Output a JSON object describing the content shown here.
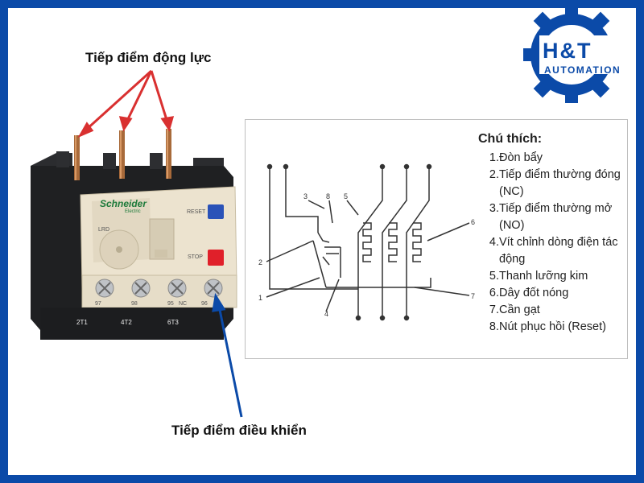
{
  "labels": {
    "power_contacts": "Tiếp điểm động lực",
    "control_contacts": "Tiếp điểm điều khiển"
  },
  "logo": {
    "line1": "H&T",
    "line2": "AUTOMATION",
    "color": "#0b4aa8"
  },
  "device": {
    "brand": "Schneider",
    "brand_sub": "Electric",
    "model": "LRD",
    "reset_label": "RESET",
    "stop_label": "STOP",
    "terminals_top": [
      "97",
      "98",
      "95",
      "96"
    ],
    "terminal_nc": "NC",
    "terminals_bottom": [
      "2T1",
      "4T2",
      "6T3"
    ]
  },
  "diagram": {
    "callouts": [
      "1",
      "2",
      "3",
      "4",
      "5",
      "6",
      "7",
      "8"
    ]
  },
  "legend": {
    "title": "Chú thích:",
    "items": [
      {
        "num": "1.",
        "text": "Đòn bẩy"
      },
      {
        "num": "2.",
        "text": "Tiếp điểm thường đóng (NC)"
      },
      {
        "num": "3.",
        "text": "Tiếp điểm thường mở (NO)"
      },
      {
        "num": "4.",
        "text": "Vít chỉnh dòng điện tác động"
      },
      {
        "num": "5.",
        "text": "Thanh lưỡng kim"
      },
      {
        "num": "6.",
        "text": "Dây đốt nóng"
      },
      {
        "num": "7.",
        "text": "Cần gạt"
      },
      {
        "num": "8.",
        "text": "Nút phục hồi (Reset)"
      }
    ]
  },
  "colors": {
    "border": "#0b4aa8",
    "arrow_red": "#d93030",
    "arrow_blue": "#0b4aa8",
    "stop_button": "#e0202a",
    "reset_button": "#2a52b8"
  }
}
